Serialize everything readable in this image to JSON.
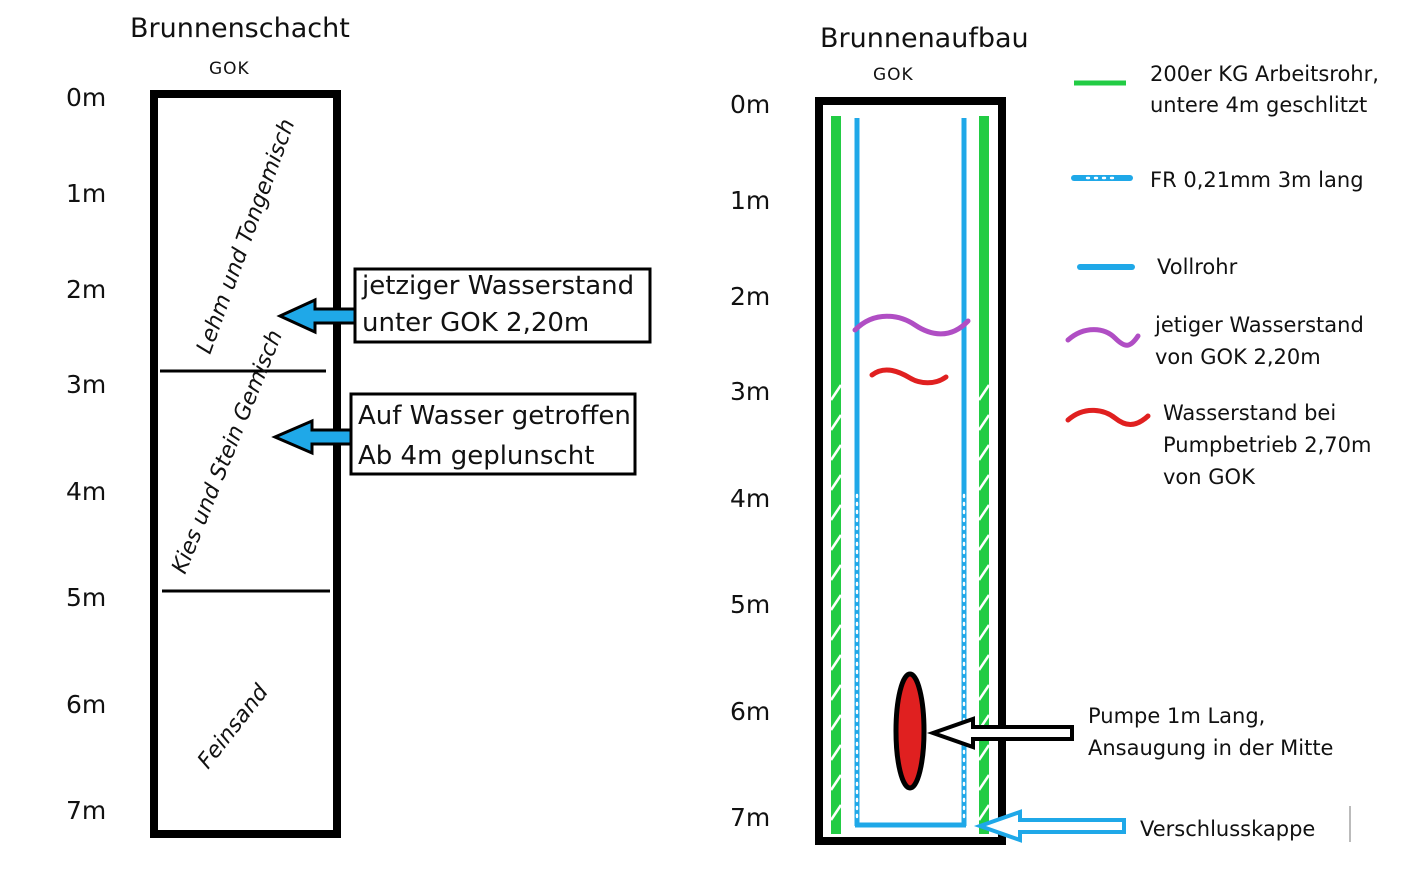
{
  "left": {
    "title": "Brunnenschacht",
    "gok": "GOK",
    "depths": [
      "0m",
      "1m",
      "2m",
      "3m",
      "4m",
      "5m",
      "6m",
      "7m"
    ],
    "layers": [
      "Lehm und Tongemisch",
      "Kies und Stein Gemisch",
      "Feinsand"
    ],
    "note_water_now": [
      "jetziger Wasserstand",
      "unter GOK 2,20m"
    ],
    "note_water_hit": [
      "Auf Wasser getroffen",
      "Ab 4m geplunscht"
    ]
  },
  "right": {
    "title": "Brunnenaufbau",
    "gok": "GOK",
    "depths": [
      "0m",
      "1m",
      "2m",
      "3m",
      "4m",
      "5m",
      "6m",
      "7m"
    ],
    "legend": {
      "pipe": [
        "200er KG Arbeitsrohr,",
        "untere 4m geschlitzt"
      ],
      "filter": [
        "FR 0,21mm 3m lang"
      ],
      "solid": [
        "Vollrohr"
      ],
      "water_now": [
        "jetiger Wasserstand",
        "von GOK 2,20m"
      ],
      "water_pump": [
        "Wasserstand bei",
        "Pumpbetrieb 2,70m",
        "von GOK"
      ]
    },
    "pump_note": [
      "Pumpe 1m Lang,",
      "Ansaugung in der Mitte"
    ],
    "cap_label": "Verschlusskappe"
  },
  "colors": {
    "green": "#22cc44",
    "blue": "#1fa8e8",
    "purple": "#b04ec4",
    "red": "#e02020",
    "black": "#000000"
  }
}
